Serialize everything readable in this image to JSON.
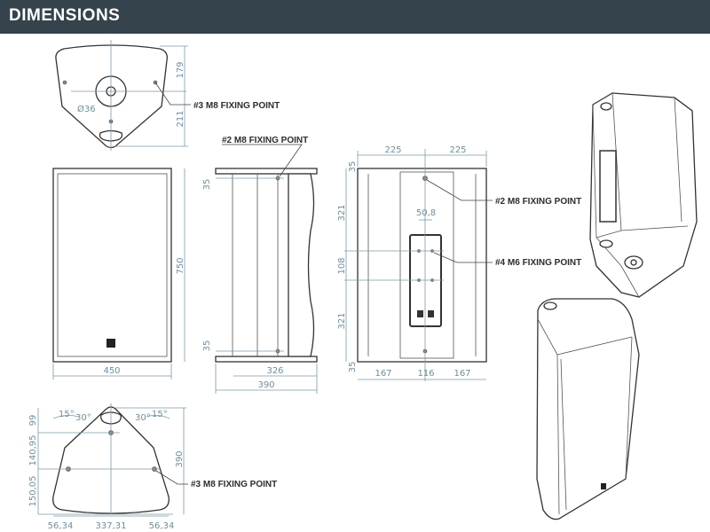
{
  "header": {
    "title": "DIMENSIONS"
  },
  "colors": {
    "header_bg": "#34434c",
    "dimension": "#7b9aa8"
  },
  "top_view": {
    "height_upper": "179",
    "height_lower": "211",
    "diameter": "Ø36",
    "label": "#3 M8 FIXING POINT"
  },
  "front_view": {
    "height": "750",
    "width": "450"
  },
  "side_view": {
    "label": "#2 M8 FIXING POINT",
    "top_offset": "35",
    "bottom_offset": "35",
    "inner_depth": "326",
    "depth": "390"
  },
  "rear_view": {
    "width_left": "225",
    "width_right": "225",
    "offsets": [
      "35",
      "321",
      "108",
      "321",
      "35"
    ],
    "bracket_spacing": "50,8",
    "bottom_widths": [
      "167",
      "116",
      "167"
    ],
    "label_m8": "#2 M8 FIXING POINT",
    "label_m6": "#4 M6 FIXING POINT"
  },
  "bottom_view": {
    "angles": [
      "15°",
      "30°",
      "30°",
      "15°"
    ],
    "heights": [
      "99",
      "140,95",
      "150,05"
    ],
    "depth": "390",
    "widths": [
      "56,34",
      "337,31",
      "56,34"
    ],
    "label": "#3 M8 FIXING POINT"
  }
}
